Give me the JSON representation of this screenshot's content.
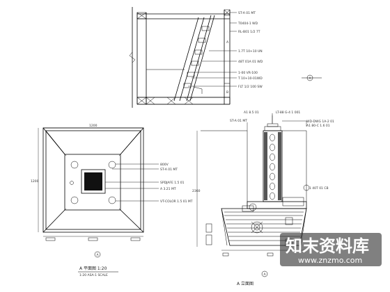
{
  "section_top": {
    "labels": [
      "ST-A 01 MT",
      "T0404-1 WD",
      "RL-B01 1/2 7T",
      "1.7T 10+10 UN",
      "48T 01A 01 WD",
      "1-00 VR-100",
      "T 10+10-01WD",
      "FLT 1/2 100 SW"
    ],
    "tag_letters": [
      "A",
      "B"
    ],
    "marker": "A"
  },
  "plan": {
    "labels": [
      "800V",
      "ST-A 01 MT",
      "SPDJAFE 1.5 01",
      "A 3.21 MT",
      "VT-COLOR 1.5 01 MT"
    ],
    "dim_top": "1200",
    "dim_left": "1200",
    "marker": "A",
    "title": "A 平面图 1:20",
    "subtitle": "1:20 ASA-1 SCALE"
  },
  "elevation": {
    "labels": [
      "ST-A 01 MT",
      "A1 8.5 01",
      "LT-88 G-4 1 001",
      "WD-DWG 1A-2 01",
      "A1 80-C 1.6 01",
      "1 40T 01 CB"
    ],
    "dim_left": "2360",
    "marker": "A",
    "title": "A 立面图"
  },
  "watermark": {
    "title": "知末资料库",
    "url": "www.znzmo.com"
  },
  "colors": {
    "line": "#000000",
    "background": "#ffffff",
    "watermark_bg": "#2b2b2b"
  }
}
